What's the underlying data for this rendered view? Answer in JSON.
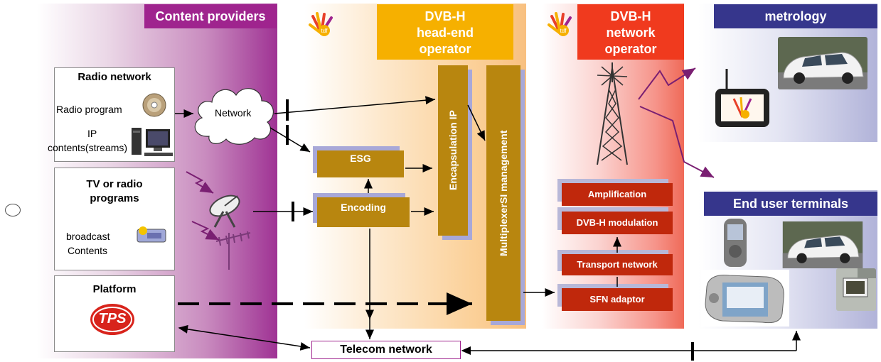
{
  "panels": {
    "content_providers": "Content providers",
    "headend_l1": "DVB-H",
    "headend_l2": "head-end",
    "headend_l3": "operator",
    "netop_l1": "DVB-H",
    "netop_l2": "network",
    "netop_l3": "operator",
    "metrology": "metrology",
    "end_user": "End user terminals"
  },
  "sources": {
    "radio_network": "Radio network",
    "radio_program": "Radio program",
    "ip_l1": "IP",
    "ip_l2": "contents(streams)",
    "tv_l1": "TV or radio",
    "tv_l2": "programs",
    "broadcast_l1": "broadcast",
    "broadcast_l2": "Contents",
    "platform": "Platform",
    "tps_logo": "TPS"
  },
  "network_cloud": "Network",
  "headend_blocks": {
    "esg": "ESG",
    "encoding": "Encoding",
    "encapsulation": "Encapsulation IP",
    "multiplexer_l1": "Multiplexer",
    "multiplexer_l2": "SI management"
  },
  "netop_blocks": {
    "amplification": "Amplification",
    "modulation": "DVB-H modulation",
    "transport": "Transport network",
    "sfn": "SFN adaptor"
  },
  "telecom": "Telecom network",
  "logo_text": "tdf",
  "colors": {
    "content_accent": "#9f248e",
    "headend_accent": "#f6b000",
    "netop_accent": "#f03a1e",
    "terminal_accent": "#36368c",
    "block_gold": "#b8860f",
    "block_red": "#c0280c"
  }
}
